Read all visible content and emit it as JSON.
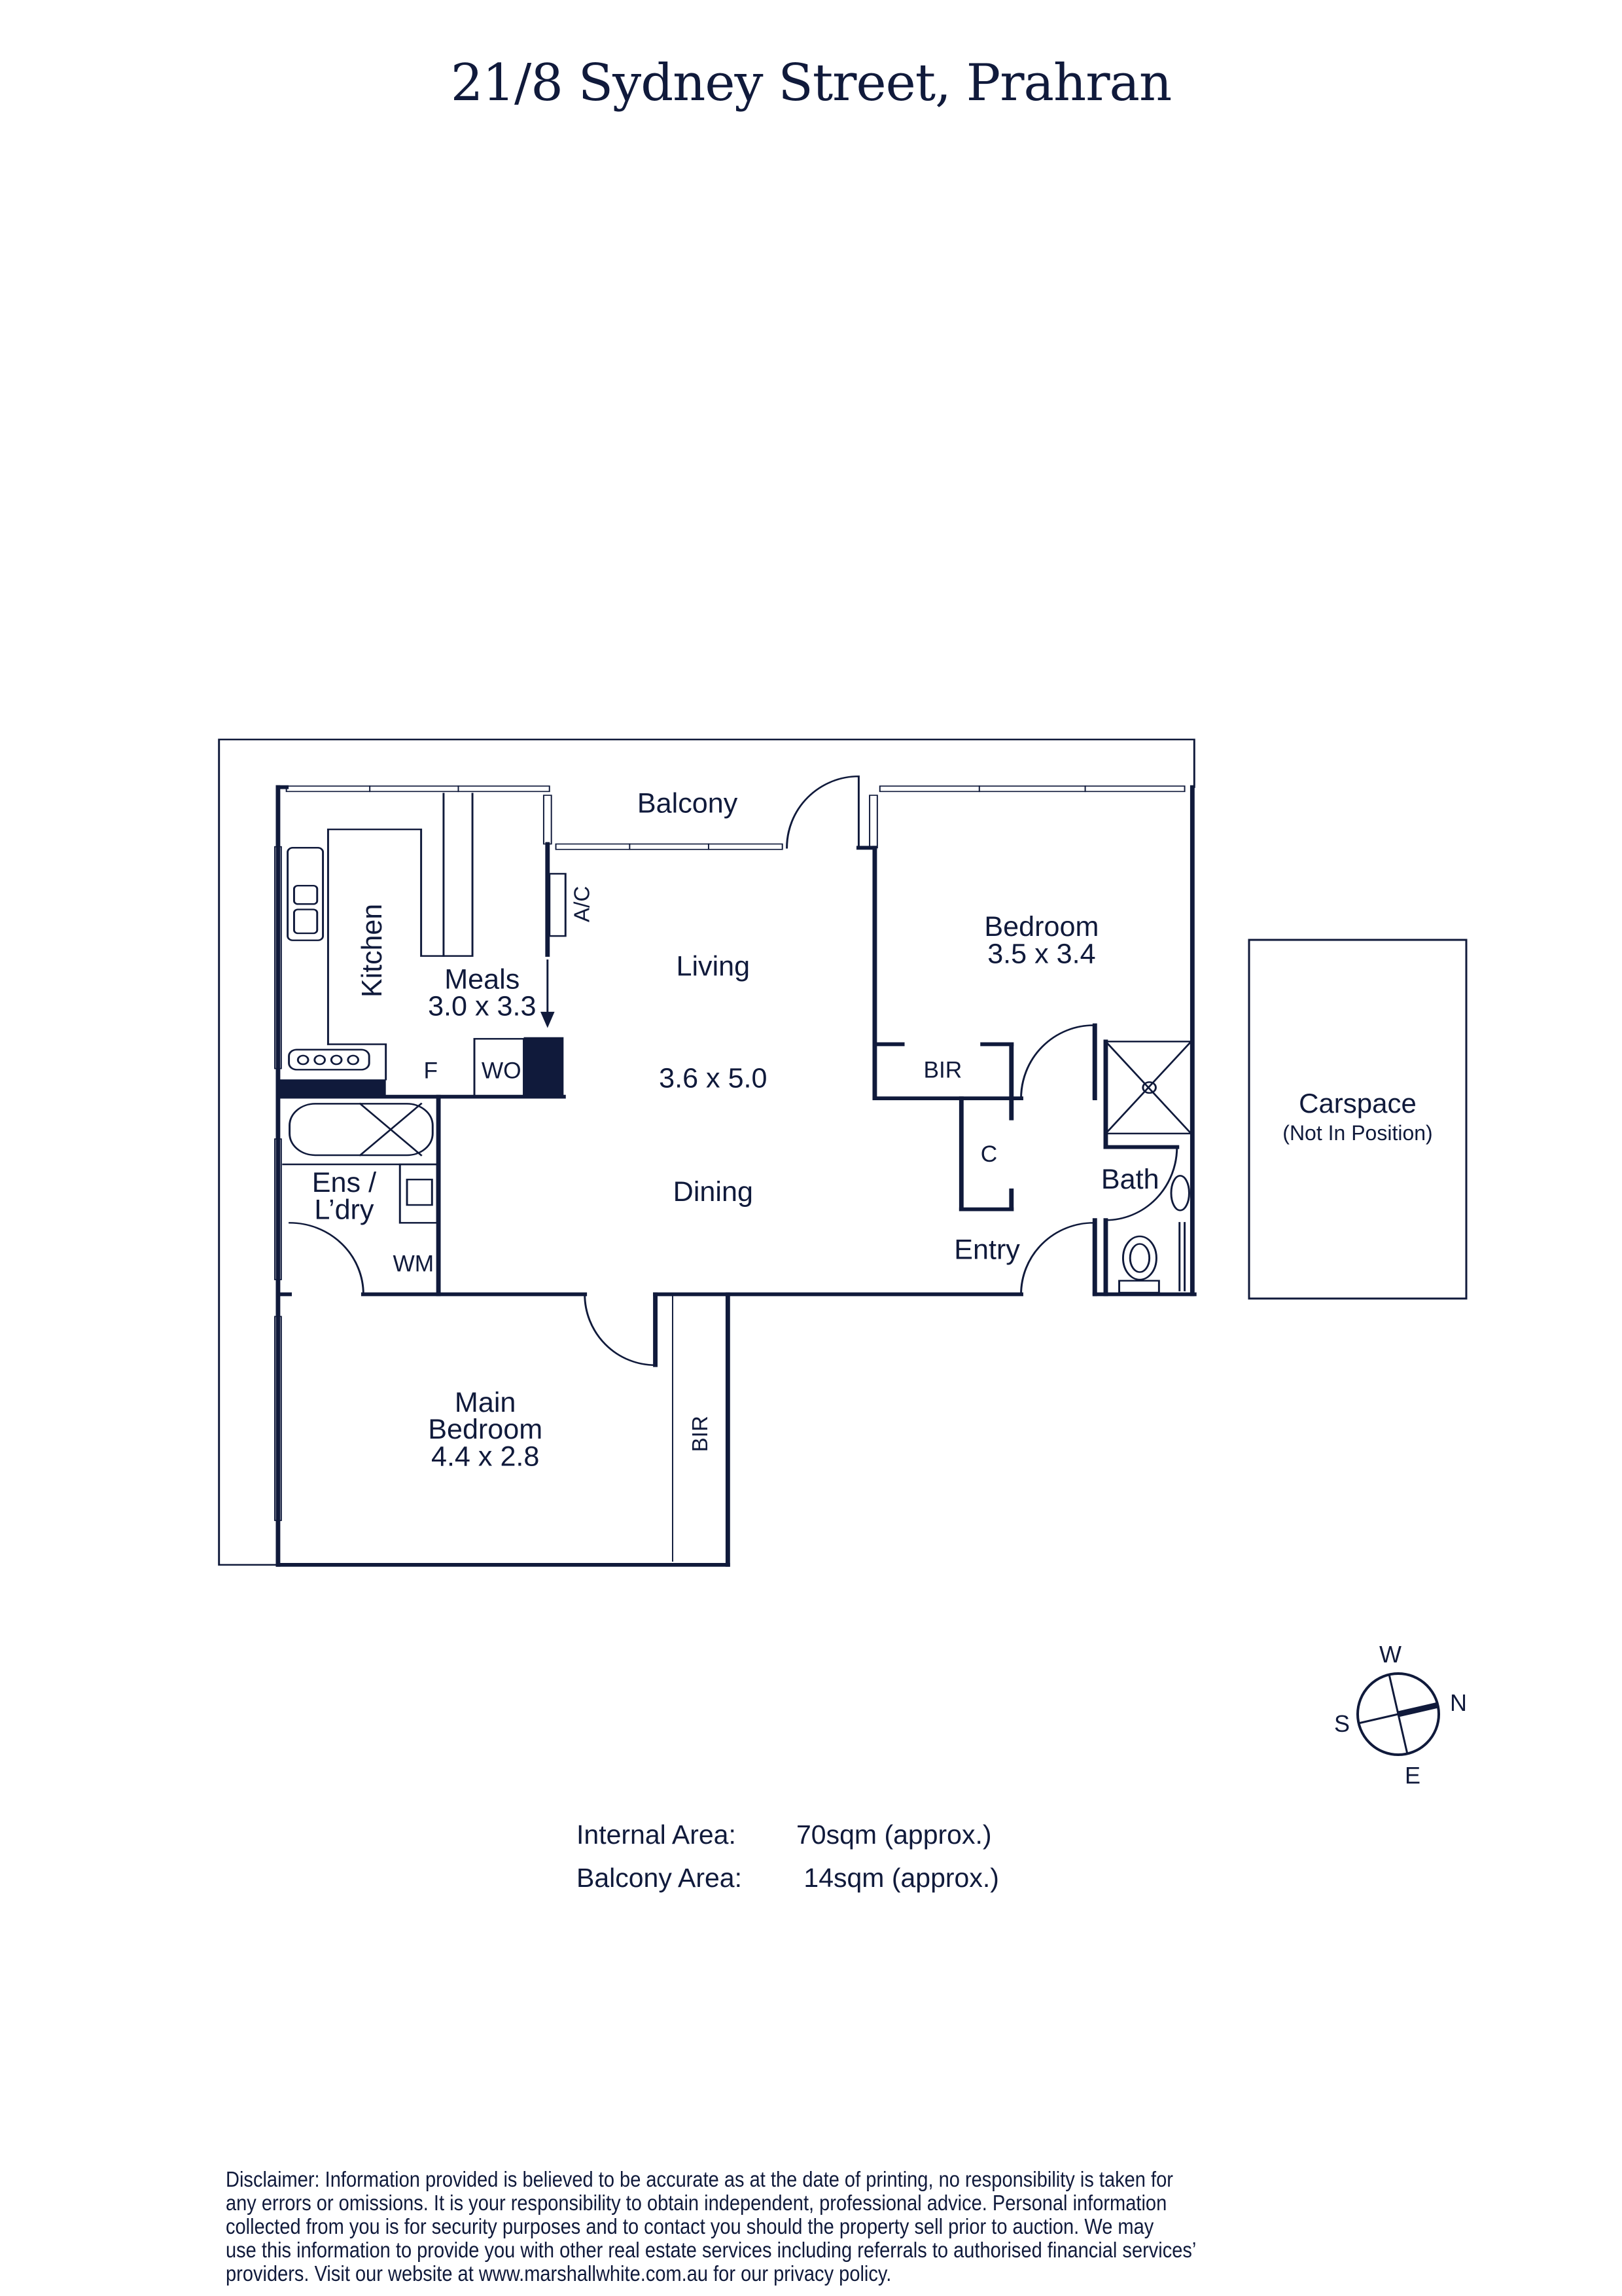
{
  "header": {
    "title": "21/8 Sydney Street, Prahran"
  },
  "rooms": {
    "balcony": "Balcony",
    "kitchen": "Kitchen",
    "meals": "Meals",
    "meals_dim": "3.0 x 3.3",
    "ac": "A/C",
    "living": "Living",
    "living_dim": "3.6 x 5.0",
    "dining": "Dining",
    "fridge": "F",
    "wall_oven": "WO",
    "bedroom": "Bedroom",
    "bedroom_dim": "3.5 x 3.4",
    "bir": "BIR",
    "cupboard": "C",
    "bath": "Bath",
    "entry": "Entry",
    "ensuite_1": "Ens /",
    "ensuite_2": "L’dry",
    "wm": "WM",
    "main_bedroom_1": "Main",
    "main_bedroom_2": "Bedroom",
    "main_bedroom_dim": "4.4 x 2.8",
    "main_bir": "BIR"
  },
  "carspace": {
    "label": "Carspace",
    "note": "(Not In Position)"
  },
  "compass": {
    "w": "W",
    "n": "N",
    "s": "S",
    "e": "E"
  },
  "areas": [
    {
      "label": "Internal Area:",
      "value": "70sqm (approx.)"
    },
    {
      "label": "Balcony Area:",
      "value": " 14sqm (approx.)"
    }
  ],
  "disclaimer": [
    "Disclaimer: Information provided is believed to be accurate as at the date of printing, no responsibility is taken for",
    "any errors or omissions. It is your responsibility to obtain independent, professional advice. Personal information",
    "collected from you is for security purposes and to contact you should the property sell prior to auction. We may",
    "use this information to provide you with other real estate services including referrals to authorised financial services’",
    "providers. Visit our website at www.marshallwhite.com.au for our privacy policy."
  ],
  "colors": {
    "ink": "#101a3b"
  }
}
